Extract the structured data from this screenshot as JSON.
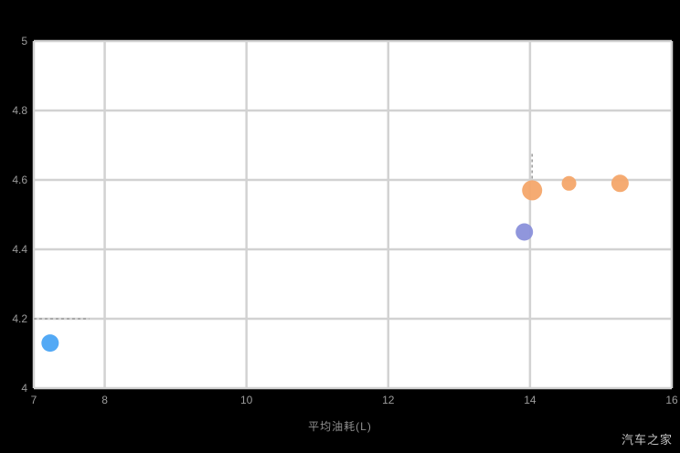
{
  "watermark": "汽车之家",
  "chart_data": {
    "type": "scatter",
    "title": "",
    "xlabel": "平均油耗(L)",
    "ylabel": "",
    "xlim": [
      7,
      16
    ],
    "ylim": [
      4,
      5
    ],
    "x_ticks": [
      "7",
      "8",
      "10",
      "12",
      "14",
      "16"
    ],
    "y_ticks": [
      "4",
      "4.2",
      "4.4",
      "4.6",
      "4.8",
      "5"
    ],
    "grid": true,
    "plot_bg": "#ffffff",
    "grid_color": "#d2d2d2",
    "tick_color": "#9b9b9b",
    "annotation_color": "#9b9b9b",
    "series": [
      {
        "name": "blue",
        "color": "#4aa4f4",
        "points": [
          {
            "x": 7.23,
            "y": 4.13,
            "r": 9.5
          }
        ]
      },
      {
        "name": "purple",
        "color": "#8a90da",
        "points": [
          {
            "x": 13.92,
            "y": 4.45,
            "r": 9.5
          }
        ]
      },
      {
        "name": "orange",
        "color": "#f4a76a",
        "points": [
          {
            "x": 14.03,
            "y": 4.57,
            "r": 11
          },
          {
            "x": 14.55,
            "y": 4.59,
            "r": 8
          },
          {
            "x": 15.27,
            "y": 4.59,
            "r": 9.5
          }
        ]
      }
    ],
    "annotations": [
      {
        "type": "dashed-line",
        "x1": 7.0,
        "y1": 4.2,
        "x2": 7.78,
        "y2": 4.2
      },
      {
        "type": "dashed-line",
        "x1": 14.03,
        "y1": 4.675,
        "x2": 14.03,
        "y2": 4.595
      }
    ]
  }
}
